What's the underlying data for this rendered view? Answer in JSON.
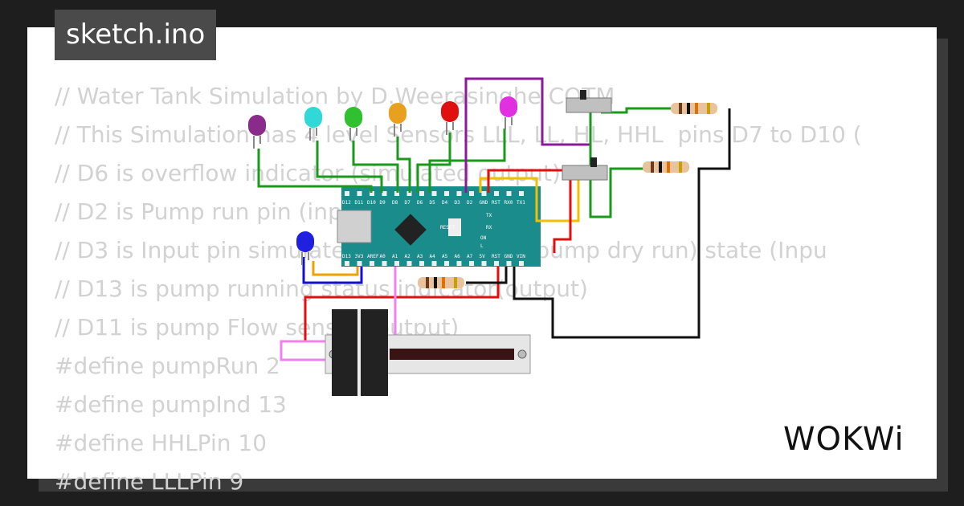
{
  "tab": {
    "title": "sketch.ino"
  },
  "code_lines": [
    "// Water Tank Simulation by D.Weerasinghe COTM",
    "// This Simulation has 4 level Sensors LLL, LL, HL, HHL  pins D7 to D10 (",
    "// D6 is overflow indicator (simulated output)",
    "// D2 is Pump run pin (input)",
    "// D3 is Input pin simulated pump flowing (pump dry run) state (Inpu",
    "// D13 is pump running status indicator(output)",
    "// D11 is pump Flow sensor (output)",
    "#define pumpRun 2",
    "#define pumpInd 13",
    "#define HHLPin 10",
    "#define LLLPin 9"
  ],
  "brand": {
    "logo": "WOKWi"
  },
  "board": {
    "top_pins": [
      "D12",
      "D11",
      "D10",
      "D9",
      "D8",
      "D7",
      "D6",
      "D5",
      "D4",
      "D3",
      "D2",
      "GND",
      "RST",
      "RX0",
      "TX1"
    ],
    "bottom_pins": [
      "D13",
      "3V3",
      "AREF",
      "A0",
      "A1",
      "A2",
      "A3",
      "A4",
      "A5",
      "A6",
      "A7",
      "5V",
      "RST",
      "GND",
      "VIN"
    ],
    "labels": [
      "TX",
      "RX",
      "ON",
      "L",
      "RESET"
    ]
  },
  "colors": {
    "board": "#1a8c8c",
    "background": "#1e1e1e",
    "card": "#ffffff",
    "tab": "#4a4a4a"
  }
}
